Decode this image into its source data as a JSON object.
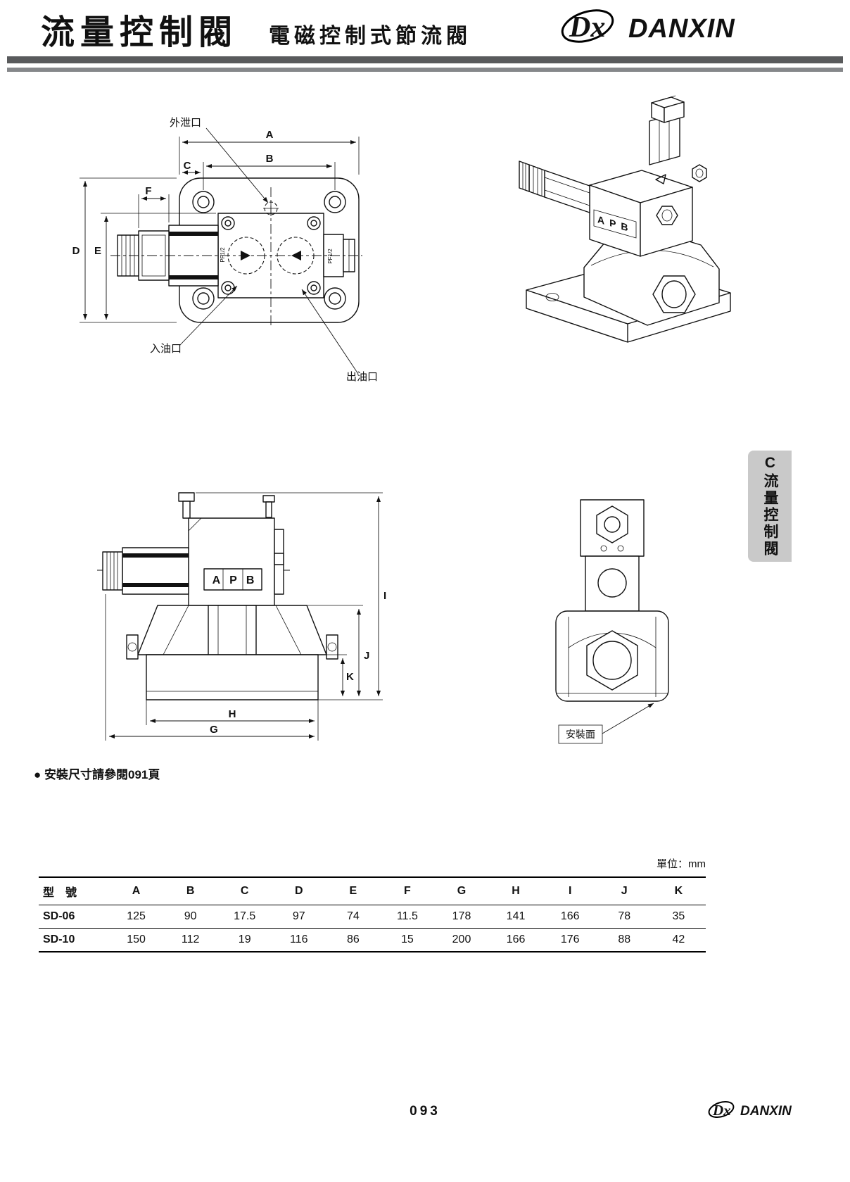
{
  "header": {
    "title": "流量控制閥",
    "subtitle": "電磁控制式節流閥",
    "logo_mark": "Dx",
    "brand": "DANXIN"
  },
  "front_view": {
    "callout_drain": "外泄口",
    "callout_inlet": "入油口",
    "callout_outlet": "出油口",
    "dim_a": "A",
    "dim_b": "B",
    "dim_c": "C",
    "dim_d": "D",
    "dim_e": "E",
    "dim_f": "F",
    "port_label": "PF1/2"
  },
  "iso_view": {
    "label": "APB"
  },
  "side_view": {
    "label": "APB",
    "dim_g": "G",
    "dim_h": "H",
    "dim_i": "I",
    "dim_j": "J",
    "dim_k": "K"
  },
  "end_view": {
    "callout_mounting": "安裝面"
  },
  "side_tab": {
    "text": "C流量控制閥"
  },
  "note": {
    "text": "● 安裝尺寸請參閱091頁"
  },
  "table": {
    "unit_label": "單位：mm",
    "headers": [
      "型　號",
      "A",
      "B",
      "C",
      "D",
      "E",
      "F",
      "G",
      "H",
      "I",
      "J",
      "K"
    ],
    "rows": [
      {
        "model": "SD-06",
        "values": [
          "125",
          "90",
          "17.5",
          "97",
          "74",
          "11.5",
          "178",
          "141",
          "166",
          "78",
          "35"
        ]
      },
      {
        "model": "SD-10",
        "values": [
          "150",
          "112",
          "19",
          "116",
          "86",
          "15",
          "200",
          "166",
          "176",
          "88",
          "42"
        ]
      }
    ]
  },
  "footer": {
    "page_number": "093",
    "logo_mark": "Dx",
    "brand": "DANXIN"
  }
}
